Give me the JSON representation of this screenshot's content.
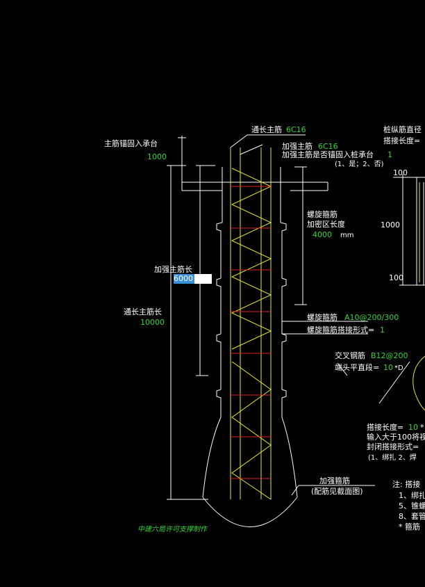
{
  "labels": {
    "main_bar_anchor": "主筋锚固入承台",
    "main_bar_anchor_value": "1000",
    "through_bar": "通长主筋",
    "through_bar_value": "6C16",
    "strengthen_bar": "加强主筋",
    "strengthen_bar_value": "6C16",
    "strengthen_anchor_q": "加强主筋是否锚固入桩承台",
    "strengthen_anchor_value": "1",
    "strengthen_anchor_opts": "(1、是；2、否)",
    "pile_bar_dia": "桩纵筋直径",
    "lap_length_partial": "搭接长度=",
    "spiral_title": "螺旋箍筋",
    "dense_zone": "加密区长度",
    "dense_zone_value": "4000",
    "dense_zone_unit": "mm",
    "strengthen_len": "加强主筋长",
    "strengthen_len_value": "6000",
    "through_len": "通长主筋长",
    "through_len_value": "10000",
    "spiral_spec_label": "螺旋箍筋",
    "spiral_spec_value": "A10@200/300",
    "spiral_lap_label": "螺旋箍筋搭接形式=",
    "spiral_lap_value": "1",
    "cross_bar_label": "交叉钢筋",
    "cross_bar_value": "B12@200",
    "end_flat_label": "端头平直段=",
    "end_flat_value": "10",
    "end_flat_unit": "*D",
    "right_100_top": "100",
    "right_1000": "1000",
    "right_100_bottom": "100",
    "lap_len2": "搭接长度=",
    "lap_len2_value": "10",
    "lap_len2_tail": "*",
    "input_gt100": "输入大于100将视",
    "closed_lap": "封闭搭接形式=",
    "closed_lap_opts": "(1、绑扎  2、焊",
    "note_title": "注: 搭接",
    "note_1": "1、绑扎",
    "note_5": "5、锥螺",
    "note_8": "8、套管",
    "note_star": "* 箍筋",
    "hoop_label": "加强箍筋",
    "hoop_note": "(配筋见截面图)",
    "credit": "中建六局许可支撑制作"
  },
  "colors": {
    "line": "#ffffff",
    "text_white": "#ffffff",
    "text_green": "#33d633",
    "spiral": "#e8e830",
    "hoop": "#e02020",
    "selection": "#3a8fd8"
  }
}
